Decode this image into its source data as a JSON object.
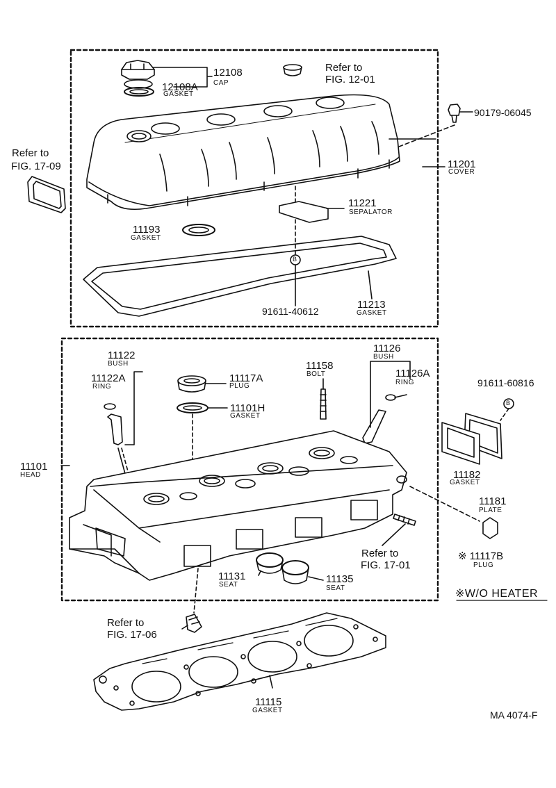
{
  "diagram_code": "MA 4074-F",
  "note": "※W/O HEATER",
  "refs": {
    "fig1201": [
      "Refer to",
      "FIG. 12-01"
    ],
    "fig1709": [
      "Refer to",
      "FIG. 17-09"
    ],
    "fig1701": [
      "Refer to",
      "FIG. 17-01"
    ],
    "fig1706": [
      "Refer to",
      "FIG. 17-06"
    ]
  },
  "parts": {
    "p12108": {
      "number": "12108",
      "name": "CAP"
    },
    "p12108A": {
      "number": "12108A",
      "name": "GASKET"
    },
    "p90179": {
      "number": "90179-06045"
    },
    "p11201": {
      "number": "11201",
      "name": "COVER"
    },
    "p11221": {
      "number": "11221",
      "name": "SEPALATOR"
    },
    "p11193": {
      "number": "11193",
      "name": "GASKET"
    },
    "p91611a": {
      "number": "91611-40612"
    },
    "p11213": {
      "number": "11213",
      "name": "GASKET"
    },
    "p11122": {
      "number": "11122",
      "name": "BUSH"
    },
    "p11122A": {
      "number": "11122A",
      "name": "RING"
    },
    "p11117A": {
      "number": "11117A",
      "name": "PLUG"
    },
    "p11101H": {
      "number": "11101H",
      "name": "GASKET"
    },
    "p11158": {
      "number": "11158",
      "name": "BOLT"
    },
    "p11126": {
      "number": "11126",
      "name": "BUSH"
    },
    "p11126A": {
      "number": "11126A",
      "name": "RING"
    },
    "p91611b": {
      "number": "91611-60816"
    },
    "p11101": {
      "number": "11101",
      "name": "HEAD"
    },
    "p11182": {
      "number": "11182",
      "name": "GASKET"
    },
    "p11181": {
      "number": "11181",
      "name": "PLATE"
    },
    "p11117B": {
      "number": "※ 11117B",
      "name": "PLUG"
    },
    "p11131": {
      "number": "11131",
      "name": "SEAT"
    },
    "p11135": {
      "number": "11135",
      "name": "SEAT"
    },
    "p11115": {
      "number": "11115",
      "name": "GASKET"
    }
  },
  "marker": "B"
}
